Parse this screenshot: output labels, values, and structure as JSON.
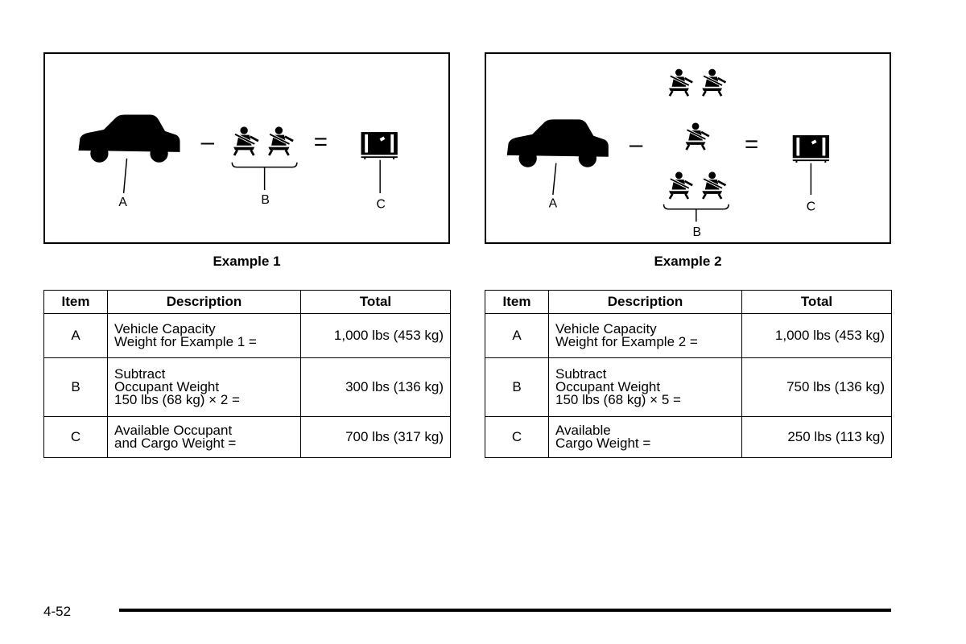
{
  "figures": [
    {
      "labels": {
        "a": "A",
        "b": "B",
        "c": "C"
      },
      "operators": {
        "minus": "–",
        "equals": "="
      },
      "occupant_icon_count": 2,
      "icons": {
        "vehicle": "car-icon",
        "occupant": "seatbelt-occupant-icon",
        "cargo": "cargo-box-icon"
      },
      "caption": "Example 1"
    },
    {
      "labels": {
        "a": "A",
        "b": "B",
        "c": "C"
      },
      "operators": {
        "minus": "–",
        "equals": "="
      },
      "occupant_icon_count": 5,
      "icons": {
        "vehicle": "car-icon",
        "occupant": "seatbelt-occupant-icon",
        "cargo": "cargo-box-icon"
      },
      "caption": "Example 2"
    }
  ],
  "tables": [
    {
      "headers": {
        "item": "Item",
        "description": "Description",
        "total": "Total"
      },
      "rows": [
        {
          "item": "A",
          "desc": [
            "Vehicle Capacity",
            "Weight for Example 1 ="
          ],
          "total": "1,000 lbs (453 kg)"
        },
        {
          "item": "B",
          "desc": [
            "Subtract",
            "Occupant Weight",
            "150 lbs (68 kg) × 2 ="
          ],
          "total": "300 lbs (136 kg)"
        },
        {
          "item": "C",
          "desc": [
            "Available Occupant",
            "and Cargo Weight ="
          ],
          "total": "700 lbs (317 kg)"
        }
      ]
    },
    {
      "headers": {
        "item": "Item",
        "description": "Description",
        "total": "Total"
      },
      "rows": [
        {
          "item": "A",
          "desc": [
            "Vehicle Capacity",
            "Weight for Example 2 ="
          ],
          "total": "1,000 lbs (453 kg)"
        },
        {
          "item": "B",
          "desc": [
            "Subtract",
            "Occupant Weight",
            "150 lbs (68 kg) × 5 ="
          ],
          "total": "750 lbs (136 kg)"
        },
        {
          "item": "C",
          "desc": [
            "Available",
            "Cargo Weight ="
          ],
          "total": "250 lbs (113 kg)"
        }
      ]
    }
  ],
  "footer": {
    "page_number": "4-52"
  }
}
